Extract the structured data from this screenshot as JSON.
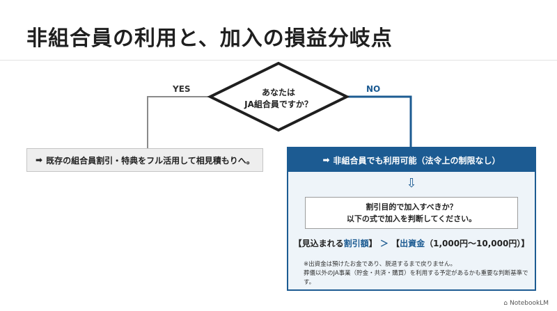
{
  "title": "非組合員の利用と、加入の損益分岐点",
  "decision": {
    "question_line1": "あなたは",
    "question_line2": "JA組合員ですか？",
    "yes_label": "YES",
    "no_label": "NO"
  },
  "yes_branch": {
    "arrow": "➡",
    "text": "既存の組合員割引・特典をフル活用して相見積もりへ。"
  },
  "no_branch": {
    "header_arrow": "➡",
    "header": "非組合員でも利用可能（法令上の制限なし）",
    "down_arrow": "⇩",
    "question_line1": "割引目的で加入すべきか？",
    "question_line2": "以下の式で加入を判断してください。",
    "formula": {
      "open1": "【見込まれる",
      "term1": "割引額",
      "close1": "】",
      "op": "＞",
      "open2": "【",
      "term2": "出資金",
      "range": "（1,000円〜10,000円）",
      "close2": "】"
    },
    "note_line1": "※出資金は預けたお金であり、脱退するまで戻りません。",
    "note_line2": "葬儀以外のJA事業（貯金・共済・購買）を利用する予定があるかも重要な判断基準です。"
  },
  "watermark": "NotebookLM",
  "colors": {
    "accent": "#1c5b92",
    "yes_box": "#eeeeee",
    "panel_bg": "#eef4f9"
  }
}
